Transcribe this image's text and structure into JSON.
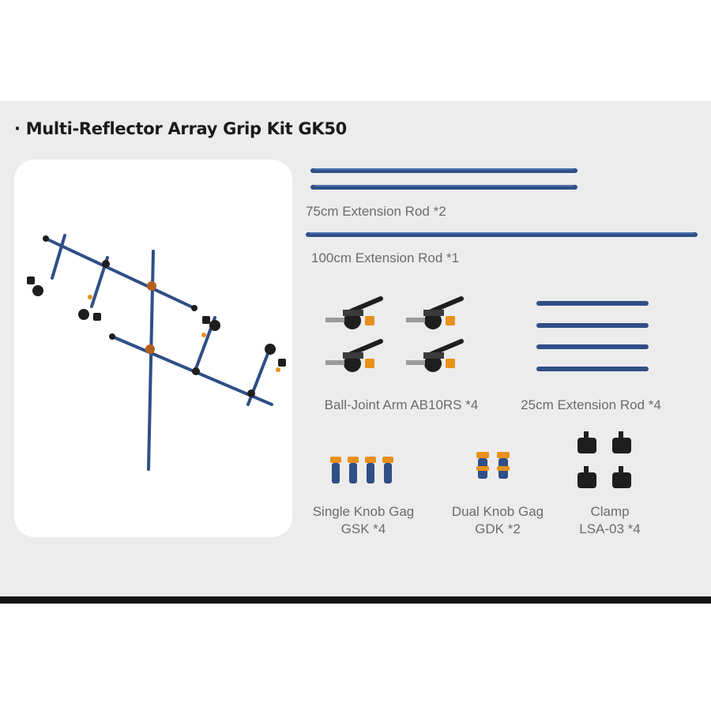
{
  "title": "· Multi-Reflector Array Grip Kit GK50",
  "colors": {
    "panel_background": "#ececec",
    "rod_blue": "#2f4f86",
    "knob_orange": "#e8901a",
    "clamp_black": "#1e1e1e"
  },
  "items": {
    "rod_75": {
      "label": "75cm Extension Rod *2"
    },
    "rod_100": {
      "label": "100cm Extension Rod *1"
    },
    "ball_joint": {
      "label": "Ball-Joint Arm AB10RS *4"
    },
    "rod_25": {
      "label": "25cm Extension Rod *4"
    },
    "single_gag": {
      "line1": "Single Knob Gag",
      "line2": "GSK *4"
    },
    "dual_gag": {
      "line1": "Dual Knob Gag",
      "line2": "GDK *2"
    },
    "clamp": {
      "line1": "Clamp",
      "line2": "LSA-03 *4"
    }
  }
}
